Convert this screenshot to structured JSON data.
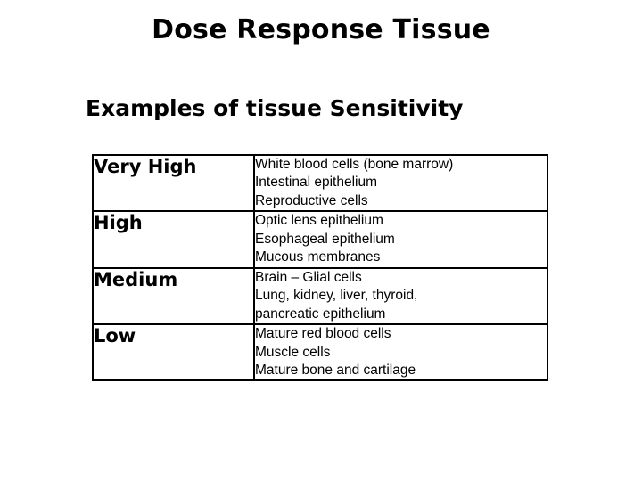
{
  "slide": {
    "title": "Dose Response Tissue",
    "subtitle": "Examples of tissue Sensitivity",
    "table": {
      "rows": [
        {
          "level": "Very High",
          "items": [
            "White blood cells (bone marrow)",
            "Intestinal epithelium",
            "Reproductive cells"
          ]
        },
        {
          "level": "High",
          "items": [
            "Optic lens epithelium",
            "Esophageal epithelium",
            "Mucous membranes"
          ]
        },
        {
          "level": "Medium",
          "items": [
            "Brain – Glial cells",
            "Lung, kidney, liver, thyroid,",
            "pancreatic epithelium"
          ]
        },
        {
          "level": "Low",
          "items": [
            "Mature red blood cells",
            "Muscle cells",
            "Mature bone and cartilage"
          ]
        }
      ]
    }
  }
}
